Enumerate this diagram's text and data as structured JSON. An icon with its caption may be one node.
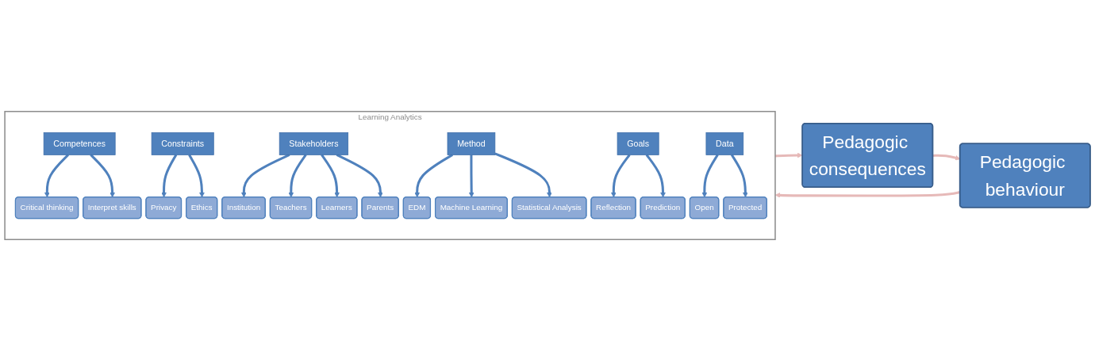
{
  "diagram": {
    "nodes": [
      {
        "text": [
          "Pedagogic behaviour"
        ]
      },
      {
        "text": [
          "Learning Analytics"
        ]
      },
      {
        "text": [
          "Competences"
        ],
        "in": 1
      },
      {
        "text": [
          "Constraints"
        ],
        "in": 1
      },
      {
        "text": [
          "Critical thinking"
        ],
        "in": 1
      },
      {
        "text": [
          "Interpret skills"
        ],
        "in": 1
      },
      {
        "text": [
          "Privacy"
        ],
        "in": 1
      },
      {
        "text": [
          "Ethics"
        ],
        "in": 1
      },
      {
        "text": [
          "Stakeholders"
        ],
        "in": 1
      },
      {
        "text": [
          "Institution"
        ],
        "in": 1
      },
      {
        "text": [
          "Teachers"
        ],
        "in": 1
      },
      {
        "text": [
          "Learners"
        ],
        "in": 1
      },
      {
        "text": [
          "Parents"
        ],
        "in": 1
      },
      {
        "text": [
          "EDM"
        ],
        "in": 1
      },
      {
        "text": [
          "Machine Learning"
        ],
        "in": 1
      },
      {
        "text": [
          "Statistical Analysis"
        ],
        "in": 1
      },
      {
        "text": [
          "Method"
        ],
        "in": 1
      },
      {
        "text": [
          "Reflection"
        ],
        "in": 1
      },
      {
        "text": [
          "Prediction"
        ],
        "in": 1
      },
      {
        "text": [
          "Open"
        ],
        "in": 1
      },
      {
        "text": [
          "Protected"
        ],
        "in": 1
      },
      {
        "text": [
          "Goals"
        ],
        "in": 1
      },
      {
        "text": [
          "Data"
        ],
        "in": 1
      },
      {
        "text": [
          "Pedagogic consequences"
        ]
      }
    ],
    "edges": [
      {
        "from": 0,
        "to": 1,
        "arrow": "to",
        "color": "#e6b9b8"
      },
      {
        "from": 1,
        "to": 23,
        "arrow": "to",
        "color": "#e6b9b8"
      },
      {
        "from": 23,
        "to": 0,
        "arrow": "to",
        "color": "#e6b9b8"
      },
      {
        "from": 2,
        "to": 4,
        "arrow": "to"
      },
      {
        "from": 2,
        "to": 5,
        "arrow": "to"
      },
      {
        "from": 3,
        "to": 6,
        "arrow": "to"
      },
      {
        "from": 3,
        "to": 7,
        "arrow": "to"
      },
      {
        "from": 8,
        "to": 9,
        "arrow": "to"
      },
      {
        "from": 8,
        "to": 10,
        "arrow": "to"
      },
      {
        "from": 8,
        "to": 11,
        "arrow": "to"
      },
      {
        "from": 8,
        "to": 12,
        "arrow": "to"
      },
      {
        "from": 16,
        "to": 13,
        "arrow": "to"
      },
      {
        "from": 16,
        "to": 14,
        "arrow": "to"
      },
      {
        "from": 16,
        "to": 15,
        "arrow": "to"
      },
      {
        "from": 21,
        "to": 17,
        "arrow": "to"
      },
      {
        "from": 21,
        "to": 18,
        "arrow": "to"
      },
      {
        "from": 22,
        "to": 19,
        "arrow": "to"
      },
      {
        "from": 22,
        "to": 20,
        "arrow": "to"
      }
    ]
  }
}
